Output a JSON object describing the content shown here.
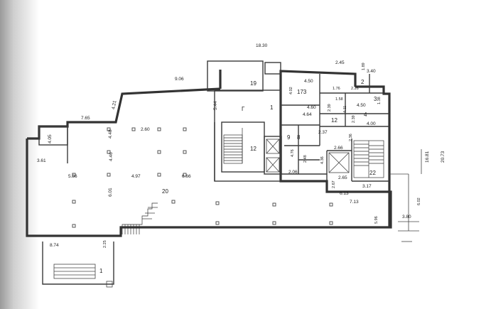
{
  "plan": {
    "dimensions": {
      "overall_width": "18.30",
      "left_top_wall": "9.06",
      "slant_wall": "4.21",
      "left_notch_width": "7.65",
      "left_notch_depth": "4.05",
      "left_wing": "3.61",
      "hall_top": "2.60",
      "hall_depth_upper": "4.48",
      "hall_col_span": "4.46",
      "hall_span_a": "5.86",
      "hall_span_b": "4.97",
      "hall_span_c": "6.66",
      "hall_depth_lower": "6.01",
      "corridor_wall": "5.44",
      "top_right_a": "2.45",
      "top_right_b": "3.40",
      "top_right_c": "1.89",
      "room_a_w": "4.50",
      "room_b_w": "1.76",
      "room_c_w": "2.26",
      "room_d_w": "1.58",
      "room_e_h": "1.38",
      "room_f_w": "4.50",
      "room_g_w": "4.60",
      "room_h_h": "4.02",
      "room_i_w": "4.64",
      "room_j_h": "2.39",
      "room_k_h": "4.11",
      "room_l_h": "2.39",
      "room_m_w": "4.00",
      "room_n": "2.36",
      "room_o_w": "2.37",
      "room_p_w": "2.66",
      "room_q_h": "4.76",
      "room_r_h": "2.48",
      "room_s_w": "2.06",
      "room_t_h": "4.36",
      "room_u_w": "2.65",
      "room_v_h": "2.67",
      "room_w_w": "3.17",
      "room_x_w": "6.13",
      "right_depth": "16.81",
      "right_total": "20.73",
      "right_lower_a": "7.13",
      "right_lower_b": "5.96",
      "ext_a": "6.02",
      "ext_b": "3.80",
      "bottom_left_a": "8.74",
      "bottom_left_b": "2.25"
    },
    "rooms": {
      "main_hall": "20",
      "vestibule": "1",
      "corridor": "Г",
      "stair_hall": "12",
      "room_top": "19",
      "stair_right": "22",
      "room_right_a": "2",
      "room_right_b": "3",
      "room_right_c": "4",
      "room_mid": "12",
      "room_small": "9",
      "room_small_b": "8",
      "lower_left": "1",
      "room_top_upper": "173"
    },
    "colors": {
      "ink": "#333333",
      "paper": "#ffffff",
      "scan_shadow": "#b8b8b8"
    }
  }
}
